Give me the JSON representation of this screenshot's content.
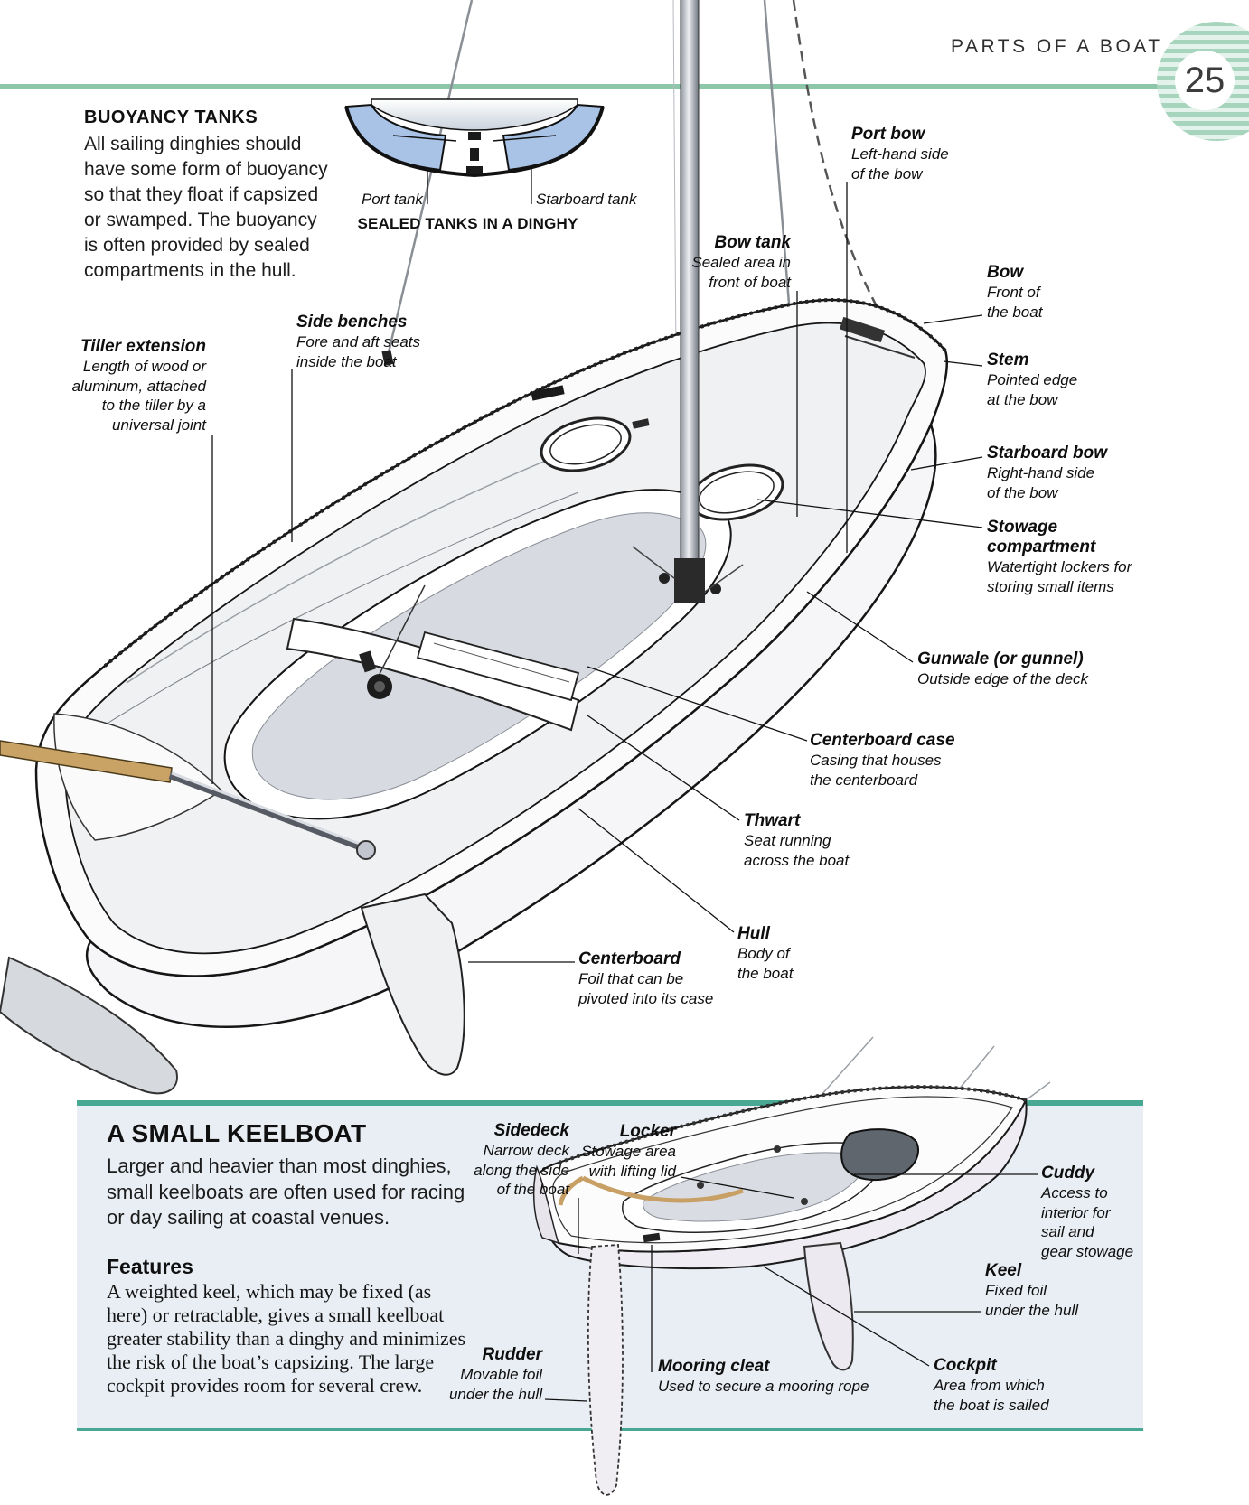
{
  "header": {
    "title": "PARTS OF A BOAT",
    "page_number": "25"
  },
  "buoyancy": {
    "heading": "BUOYANCY TANKS",
    "body_lines": [
      "All sailing dinghies should",
      "have some form of buoyancy",
      "so that they float if capsized",
      "or swamped. The buoyancy",
      "is often provided by sealed",
      "compartments in the hull."
    ],
    "tank_diagram": {
      "port_label": "Port tank",
      "starboard_label": "Starboard tank",
      "caption": "SEALED TANKS IN A DINGHY"
    }
  },
  "dinghy": {
    "labels": [
      {
        "id": "tiller-extension",
        "title": "Tiller extension",
        "lines": [
          "Length of wood or",
          "aluminum, attached",
          "to the tiller by a",
          "universal joint"
        ]
      },
      {
        "id": "side-benches",
        "title": "Side benches",
        "lines": [
          "Fore and aft seats",
          "inside the boat"
        ]
      },
      {
        "id": "bow-tank",
        "title": "Bow tank",
        "lines": [
          "Sealed area in",
          "front of boat"
        ]
      },
      {
        "id": "port-bow",
        "title": "Port bow",
        "lines": [
          "Left-hand side",
          "of the bow"
        ]
      },
      {
        "id": "bow",
        "title": "Bow",
        "lines": [
          "Front of",
          "the boat"
        ]
      },
      {
        "id": "stem",
        "title": "Stem",
        "lines": [
          "Pointed edge",
          "at the bow"
        ]
      },
      {
        "id": "starboard-bow",
        "title": "Starboard bow",
        "lines": [
          "Right-hand side",
          "of the bow"
        ]
      },
      {
        "id": "stowage-compartment",
        "title_lines": [
          "Stowage",
          "compartment"
        ],
        "title": "Stowage compartment",
        "lines": [
          "Watertight lockers for",
          "storing small items"
        ]
      },
      {
        "id": "gunwale",
        "title": "Gunwale (or gunnel)",
        "lines": [
          "Outside edge of the deck"
        ]
      },
      {
        "id": "centerboard-case",
        "title": "Centerboard case",
        "lines": [
          "Casing that houses",
          "the centerboard"
        ]
      },
      {
        "id": "thwart",
        "title": "Thwart",
        "lines": [
          "Seat running",
          "across the boat"
        ]
      },
      {
        "id": "hull",
        "title": "Hull",
        "lines": [
          "Body of",
          "the boat"
        ]
      },
      {
        "id": "centerboard",
        "title": "Centerboard",
        "lines": [
          "Foil that can be",
          "pivoted into its case"
        ]
      }
    ]
  },
  "keelboat": {
    "heading": "A SMALL KEELBOAT",
    "intro_lines": [
      "Larger and heavier than most dinghies,",
      "small keelboats are often used for racing",
      "or day sailing at coastal venues."
    ],
    "features_heading": "Features",
    "features_lines": [
      "A weighted keel, which may be fixed (as",
      "here) or retractable, gives a small keelboat",
      "greater stability than a dinghy and minimizes",
      "the risk of the boat’s capsizing. The large",
      "cockpit provides room for several crew."
    ],
    "labels": [
      {
        "id": "sidedeck",
        "title": "Sidedeck",
        "lines": [
          "Narrow deck",
          "along the side",
          "of the boat"
        ]
      },
      {
        "id": "locker",
        "title": "Locker",
        "lines": [
          "Stowage area",
          "with lifting lid"
        ]
      },
      {
        "id": "cuddy",
        "title": "Cuddy",
        "lines": [
          "Access to",
          "interior for",
          "sail and",
          "gear stowage"
        ]
      },
      {
        "id": "keel",
        "title": "Keel",
        "lines": [
          "Fixed foil",
          "under the hull"
        ]
      },
      {
        "id": "rudder",
        "title": "Rudder",
        "lines": [
          "Movable foil",
          "under the hull"
        ]
      },
      {
        "id": "mooring-cleat",
        "title": "Mooring cleat",
        "lines": [
          "Used to secure a mooring rope"
        ]
      },
      {
        "id": "cockpit",
        "title": "Cockpit",
        "lines": [
          "Area from which",
          "the boat is sailed"
        ]
      }
    ]
  },
  "colors": {
    "green_rule": "#8cc7a9",
    "ball_stripe": "#a7d4bd",
    "panel_border": "#49a893",
    "panel_bg": "#e9eef4",
    "tank_blue": "#a9c3e6",
    "rope_tan": "#c8a066"
  }
}
